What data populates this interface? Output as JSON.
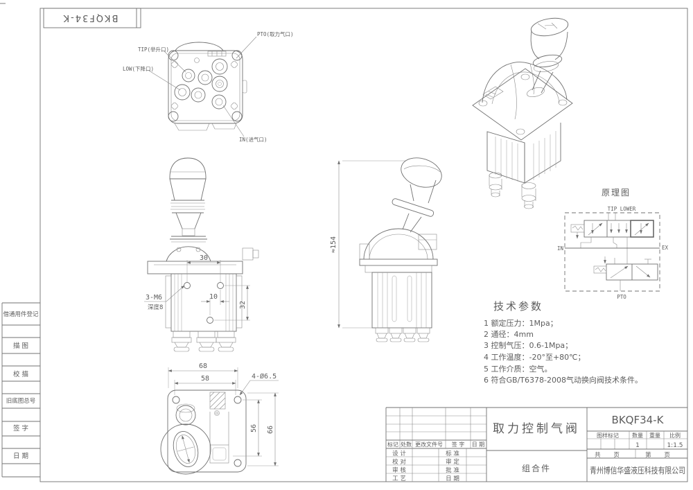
{
  "corner_box": {
    "label": "BKQF34-K"
  },
  "left_strip": {
    "rows": [
      "借通用件登记",
      "描 图",
      "校 描",
      "旧底图总号",
      "签 字",
      "日 期"
    ]
  },
  "top_view": {
    "label_tip": "TIP(举升口)",
    "label_low": "LOW(下降口)",
    "label_pto": "PTO(取力气口)",
    "label_in": "IN(进气口)"
  },
  "front_view": {
    "dim_width": "30",
    "dim_offset": "10",
    "dim_height": "32",
    "thread": "3-M6",
    "depth": "深度8"
  },
  "side_view": {
    "dim_total_height": "≈154"
  },
  "bottom_view": {
    "dim_outer": "68",
    "dim_inner": "58",
    "dim_v_inner": "56",
    "dim_v_outer": "66",
    "holes": "4-Ø6.5"
  },
  "schematic": {
    "title": "原理图",
    "ports_top": "TIP LOWER",
    "port_in": "IN",
    "port_ex": "EX",
    "port_pto": "PTO"
  },
  "tech_params": {
    "title": "技术参数",
    "items": [
      "1 额定压力：1Mpa；",
      "2 通径：4mm",
      "3 控制气压：0.6-1Mpa；",
      "4 工作温度：-20°至+80℃；",
      "5 工作介质：空气。",
      "6 符合GB/T6378-2008气动换向阀技术条件。"
    ]
  },
  "title_block": {
    "part_name": "取力控制气阀",
    "drawing_no": "BKQF34-K",
    "assembly": "组合件",
    "company": "青州博信华盛液压科技有限公司",
    "rev_headers": [
      "标记",
      "处数",
      "更改文件号",
      "签 字",
      "日 期"
    ],
    "sig_left": [
      "设 计",
      "校 对",
      "审 核",
      "工 艺"
    ],
    "sig_right": [
      "标 准",
      "审 定",
      "批 准",
      "日 期"
    ],
    "mark_header": "图样标记",
    "qty_header": "数量",
    "qty_value": "1",
    "weight_header": "重量",
    "scale_header": "比例",
    "scale_value": "1:1.5",
    "pages_total": "共  页",
    "page_no": "第  页"
  }
}
